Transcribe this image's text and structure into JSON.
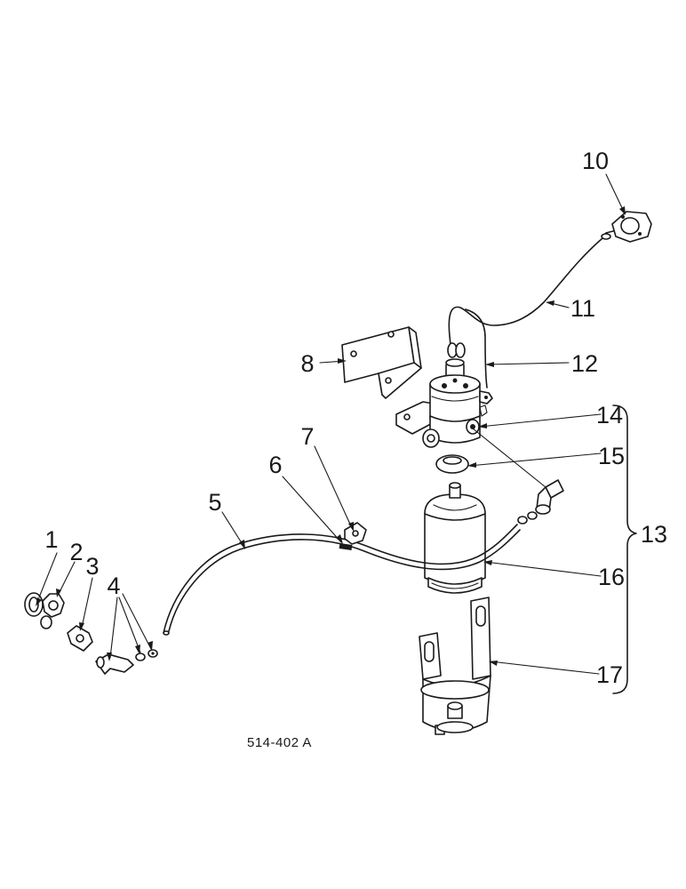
{
  "diagram": {
    "callouts": [
      {
        "id": "c1",
        "text": "1"
      },
      {
        "id": "c2",
        "text": "2"
      },
      {
        "id": "c3",
        "text": "3"
      },
      {
        "id": "c4",
        "text": "4"
      },
      {
        "id": "c5",
        "text": "5"
      },
      {
        "id": "c6",
        "text": "6"
      },
      {
        "id": "c7",
        "text": "7"
      },
      {
        "id": "c8",
        "text": "8"
      },
      {
        "id": "c10",
        "text": "10"
      },
      {
        "id": "c11",
        "text": "11"
      },
      {
        "id": "c12",
        "text": "12"
      },
      {
        "id": "c13",
        "text": "13"
      },
      {
        "id": "c14",
        "text": "14"
      },
      {
        "id": "c15",
        "text": "15"
      },
      {
        "id": "c16",
        "text": "16"
      },
      {
        "id": "c17",
        "text": "17"
      }
    ],
    "drawing_code": "514-402 A"
  }
}
